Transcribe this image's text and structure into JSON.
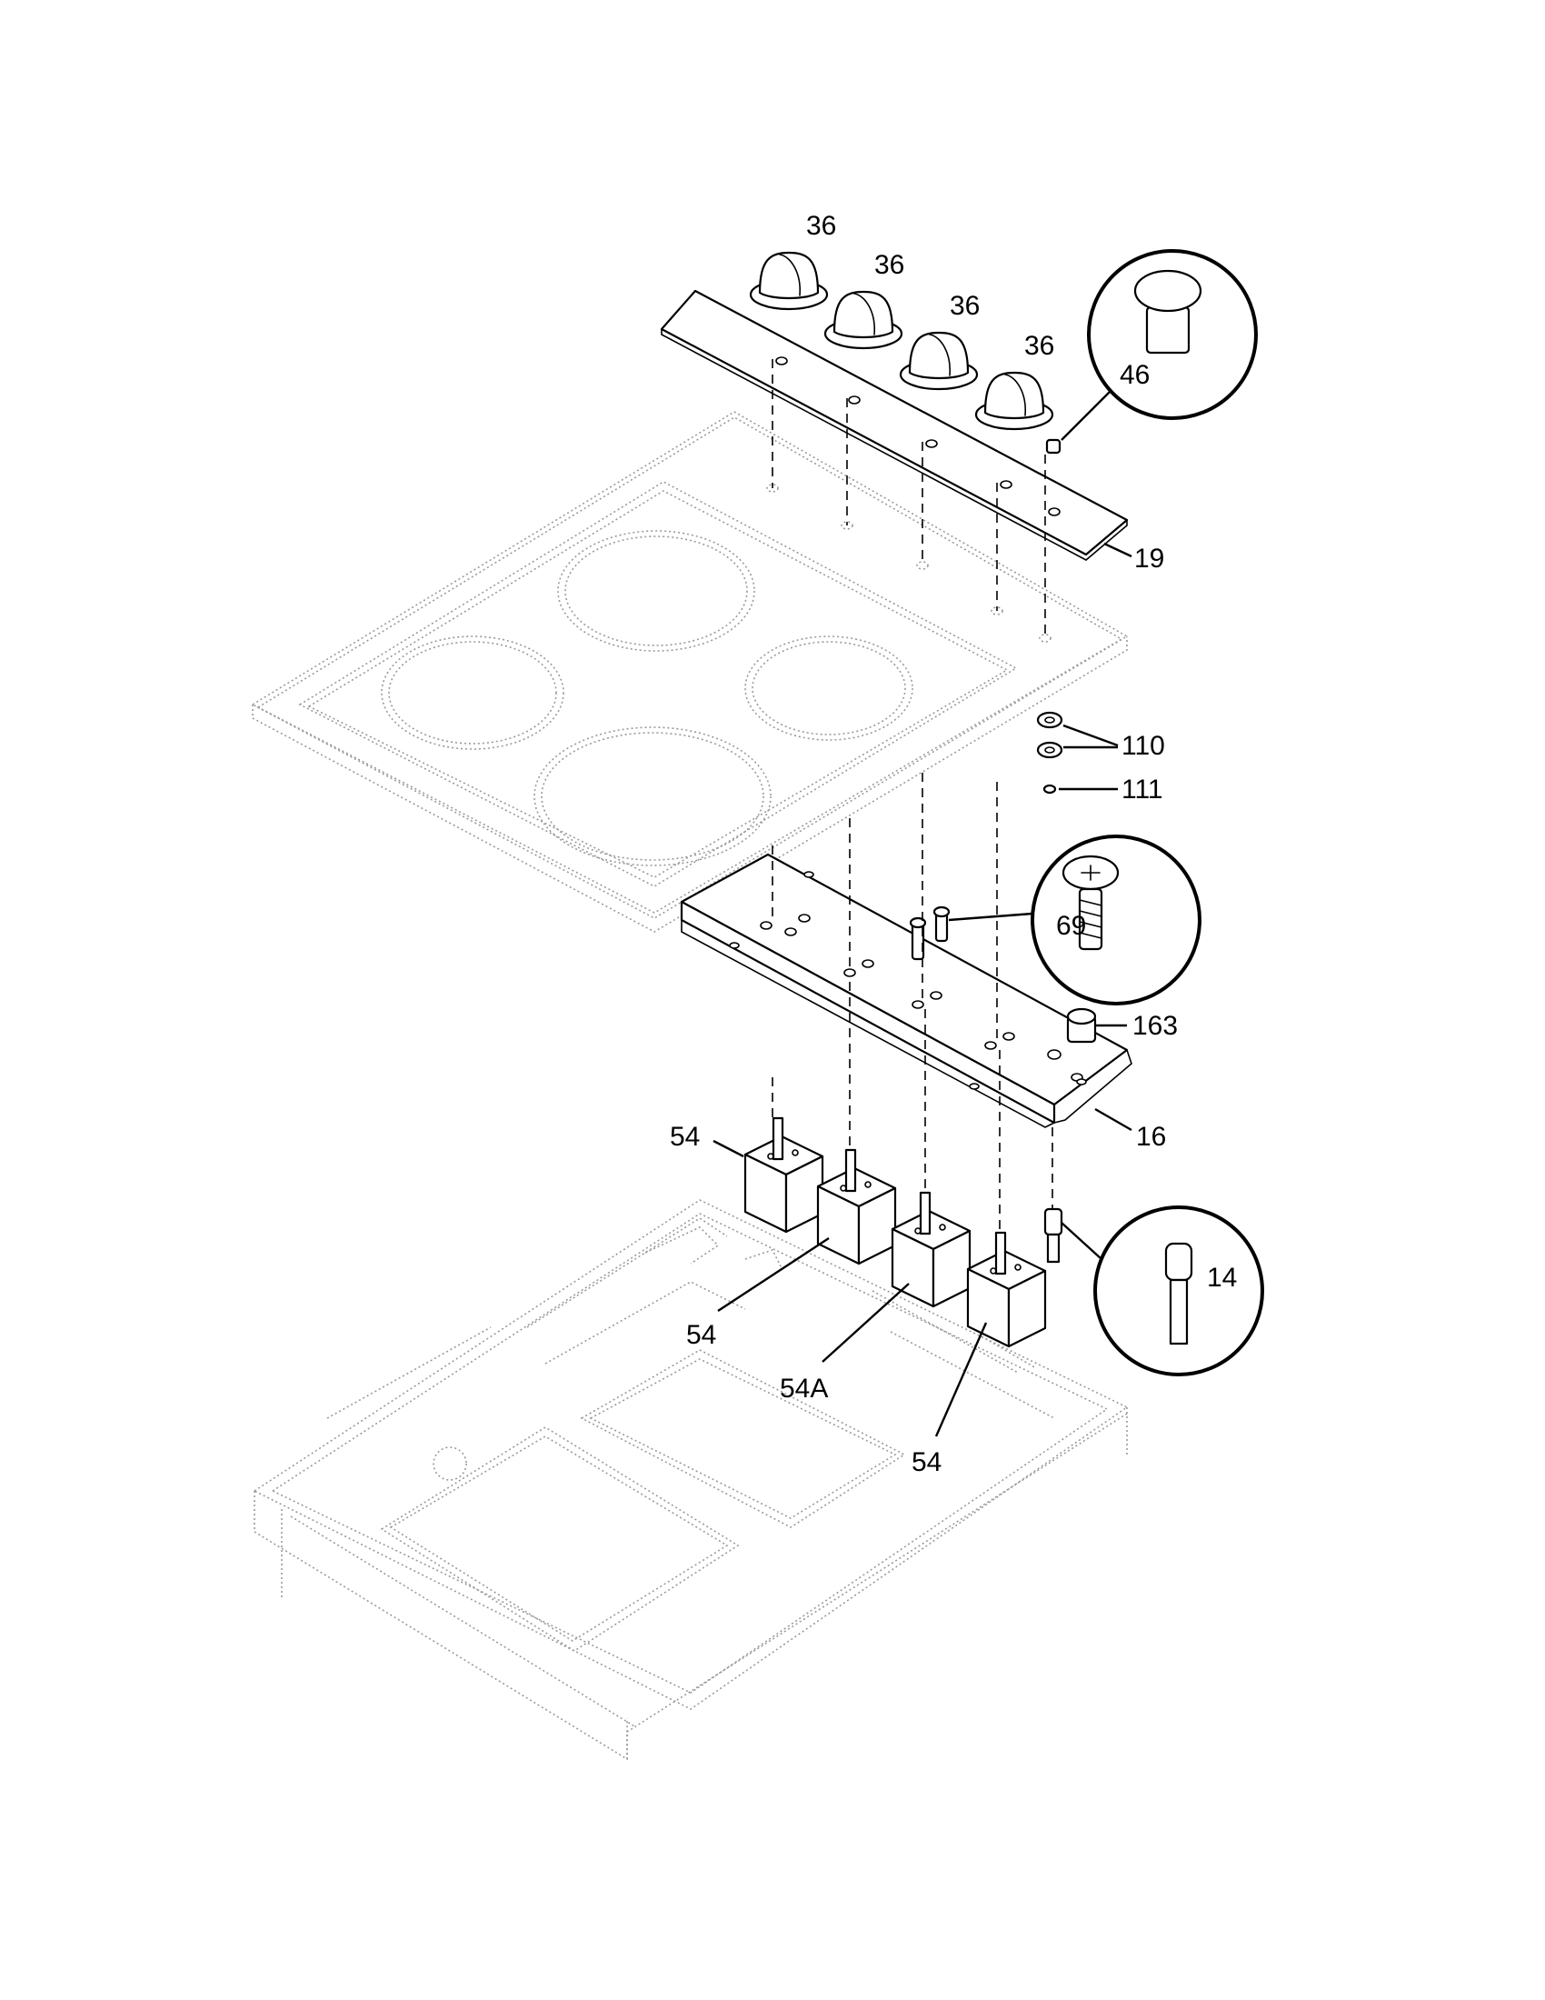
{
  "diagram": {
    "part_labels": {
      "knob_1": "36",
      "knob_2": "36",
      "knob_3": "36",
      "knob_4": "36",
      "indicator_light_cap": "46",
      "control_panel": "19",
      "washer": "110",
      "nut": "111",
      "screw": "69",
      "bushing": "163",
      "bracket": "16",
      "switch_left": "54",
      "switch_mid_left": "54",
      "switch_mid_right": "54A",
      "switch_right": "54",
      "indicator_light": "14"
    }
  }
}
